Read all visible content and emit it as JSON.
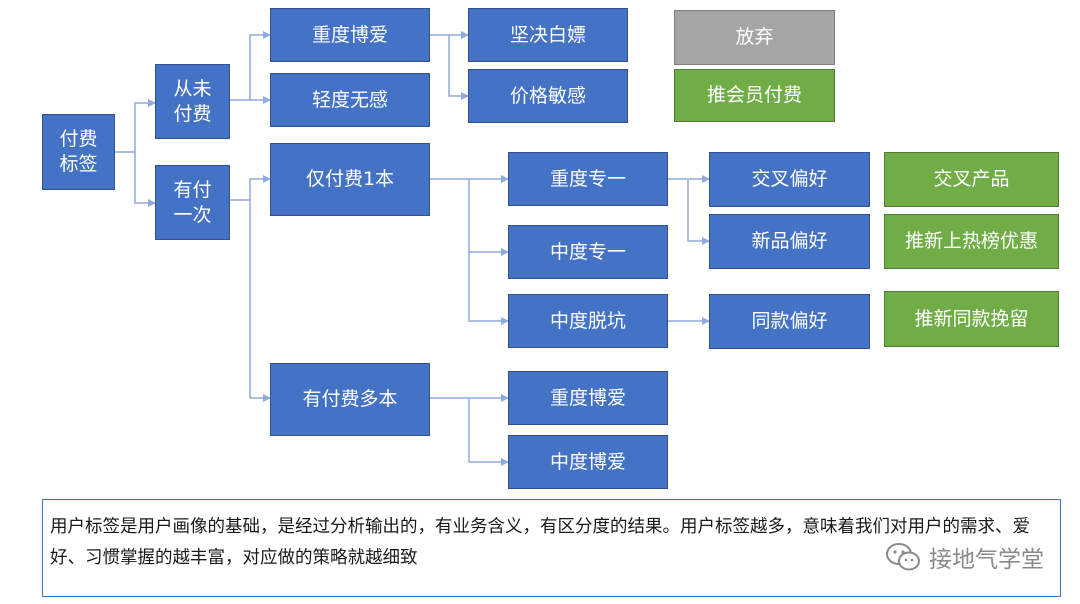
{
  "diagram": {
    "nodes": {
      "root": "付费\n标签",
      "never_paid": "从未\n付费",
      "paid_once": "有付\n一次",
      "heavy_love_1": "重度博爱",
      "light_none": "轻度无感",
      "firm_freebie": "坚决白嫖",
      "price_sensitive": "价格敏感",
      "give_up": "放弃",
      "push_member": "推会员付费",
      "paid_one_book": "仅付费1本",
      "heavy_single": "重度专一",
      "mid_single": "中度专一",
      "mid_dropout": "中度脱坑",
      "cross_pref": "交叉偏好",
      "new_pref": "新品偏好",
      "same_pref": "同款偏好",
      "cross_product": "交叉产品",
      "push_hot": "推新上热榜优惠",
      "push_same": "推新同款挽留",
      "paid_many_books": "有付费多本",
      "heavy_love_2": "重度博爱",
      "mid_love": "中度博爱"
    }
  },
  "note": "用户标签是用户画像的基础，是经过分析输出的，有业务含义，有区分度的结果。用户标签越多，意味着我们对用户的需求、爱好、习惯掌握的越丰富，对应做的策略就越细致",
  "watermark": "接地气学堂",
  "colors": {
    "blue": "#4472C4",
    "green": "#70AD47",
    "gray": "#A5A5A5",
    "connector": "#8FAADC"
  }
}
